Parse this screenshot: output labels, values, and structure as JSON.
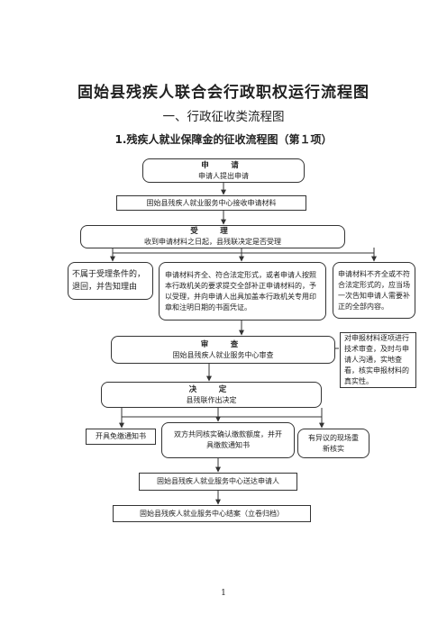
{
  "header": {
    "title": "固始县残疾人联合会行政职权运行流程图",
    "subtitle": "一、行政征收类流程图",
    "flow_title": "1.残疾人就业保障金的征收流程图（第１项）"
  },
  "nodes": {
    "apply": {
      "title": "申　请",
      "text": "申请人提出申请"
    },
    "receive": {
      "text": "固始县残疾人就业服务中心接收申请材料"
    },
    "accept": {
      "title": "受　理",
      "text": "收到申请材料之日起，县残联决定是否受理"
    },
    "reject": {
      "text": "不属于受理条件的，退回，并告知理由"
    },
    "accepted": {
      "text": "申请材料齐全、符合法定形式，或者申请人按照本行政机关的要求提交全部补正申请材料的，予以受理，并向申请人出具加盖本行政机关专用印章和注明日期的书面凭证。"
    },
    "incomplete": {
      "text": "申请材料不齐全或不符合法定形式的，应当场一次告知申请人需要补正的全部内容。"
    },
    "review": {
      "title": "审　查",
      "text": "固始县残疾人就业服务中心审查"
    },
    "review_note": {
      "text": "对申报材料逐项进行技术审查，及时与申请人沟通，实地查看，核实申报材料的真实性。"
    },
    "decide": {
      "title": "决　定",
      "text": "县残联作出决定"
    },
    "exempt": {
      "text": "开具免缴通知书"
    },
    "confirm": {
      "text": "双方共同核实确认缴款额度，并开具缴款通知书"
    },
    "objection": {
      "text": "有异议的现场重新核实"
    },
    "deliver": {
      "text": "固始县残疾人就业服务中心送达申请人"
    },
    "close": {
      "text": "固始县残疾人就业服务中心结案（立卷归档）"
    }
  },
  "footer": {
    "page": "1"
  }
}
